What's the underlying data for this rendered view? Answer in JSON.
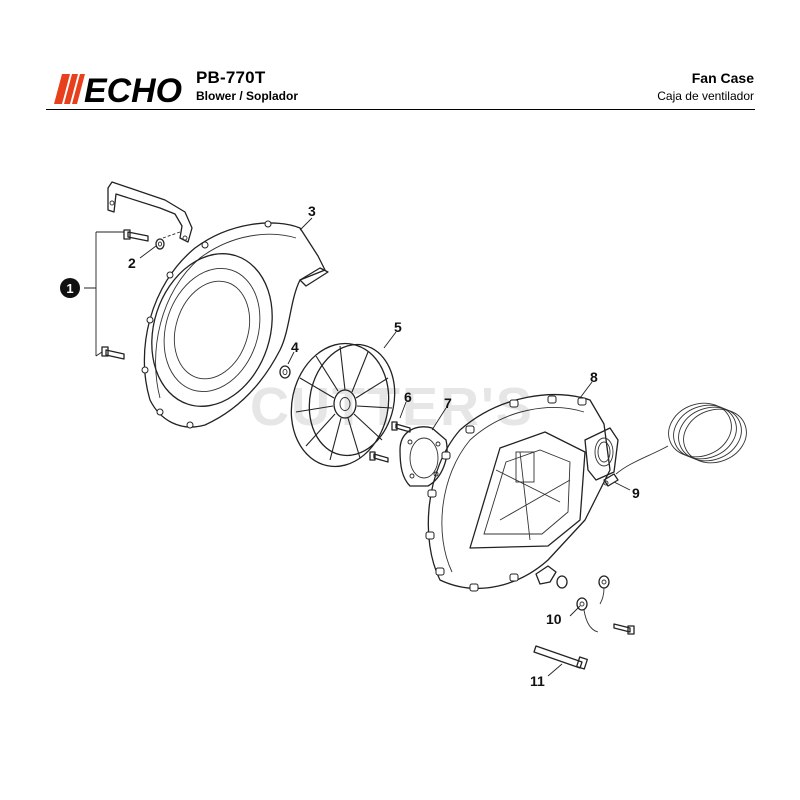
{
  "brand": "ECHO",
  "model": "PB-770T",
  "product": "Blower / Soplador",
  "section": {
    "title": "Fan Case",
    "subtitle": "Caja de ventilador"
  },
  "watermark": "CUTTER'S",
  "callouts": {
    "c1": "1",
    "c2": "2",
    "c3": "3",
    "c4": "4",
    "c5": "5",
    "c6": "6",
    "c7": "7",
    "c8": "8",
    "c9": "9",
    "c10": "10",
    "c11": "11"
  },
  "colors": {
    "brand": "#e8401c",
    "ink": "#222222",
    "watermark": "#e6e6e6"
  }
}
